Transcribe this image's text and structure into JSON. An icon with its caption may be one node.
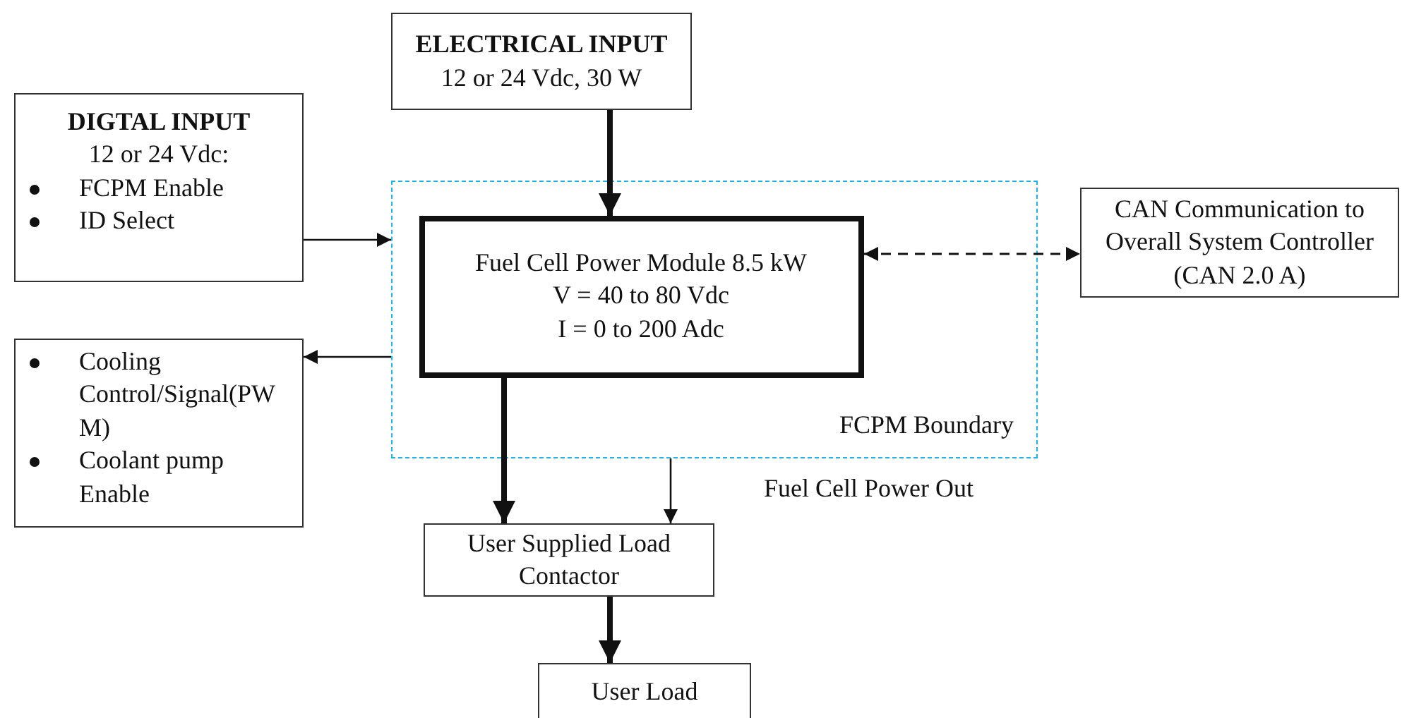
{
  "diagram": {
    "nodes": [
      {
        "text": [
          "ELECTRICAL INPUT",
          "12 or 24 Vdc, 30 W"
        ]
      },
      {
        "text": [
          "DIGTAL INPUT",
          "12 or 24 Vdc:",
          "FCPM Enable",
          "ID Select"
        ]
      },
      {
        "text": [
          "FCPM Boundary"
        ]
      },
      {
        "text": [
          "Fuel Cell Power Module 8.5 kW",
          "V = 40 to 80 Vdc",
          "I = 0 to 200 Adc"
        ],
        "in": 2
      },
      {
        "text": [
          "CAN Communication to Overall System Controller (CAN 2.0 A)"
        ]
      },
      {
        "text": [
          "Cooling Control/Signal(PWM)",
          "Coolant pump Enable"
        ]
      },
      {
        "text": [
          "User Supplied Load Contactor"
        ]
      },
      {
        "text": [
          "User Load"
        ]
      }
    ],
    "edges": [
      {
        "from": 0,
        "to": 3,
        "arrow": "to",
        "style": "thick"
      },
      {
        "from": 1,
        "to": 2,
        "arrow": "to"
      },
      {
        "from": 2,
        "to": 5,
        "arrow": "to"
      },
      {
        "from": 3,
        "to": 4,
        "arrow": "both",
        "style": "dashed"
      },
      {
        "from": 3,
        "to": 6,
        "arrow": "to",
        "style": "thick"
      },
      {
        "from": 2,
        "to": 6,
        "arrow": "to"
      },
      {
        "from": 6,
        "to": 7,
        "arrow": "to",
        "style": "thick"
      }
    ],
    "labels": [
      "Fuel Cell Power Out"
    ]
  }
}
